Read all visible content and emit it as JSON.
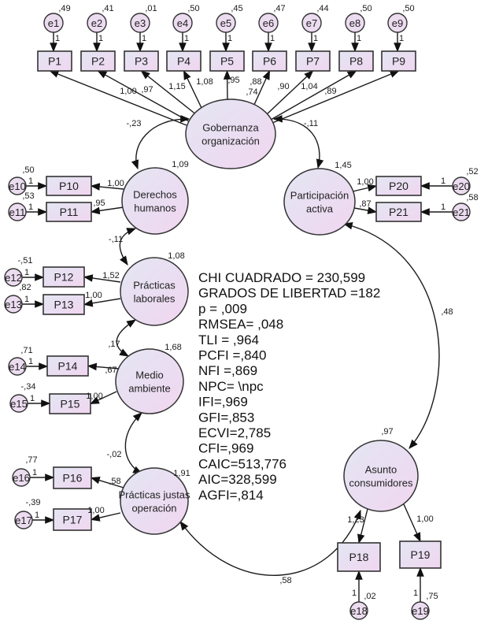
{
  "diagram": {
    "type": "structural-equation-model",
    "latents": [
      {
        "id": "gob",
        "label_lines": [
          "Gobernanza",
          "organización"
        ],
        "variance": ""
      },
      {
        "id": "dh",
        "label_lines": [
          "Derechos",
          "humanos"
        ],
        "variance": "1,09"
      },
      {
        "id": "pa",
        "label_lines": [
          "Participación",
          "activa"
        ],
        "variance": "1,45"
      },
      {
        "id": "pl",
        "label_lines": [
          "Prácticas",
          "laborales"
        ],
        "variance": "1,08"
      },
      {
        "id": "ma",
        "label_lines": [
          "Medio",
          "ambiente"
        ],
        "variance": "1,68"
      },
      {
        "id": "pj",
        "label_lines": [
          "Prácticas justas",
          "operación"
        ],
        "variance": "1,91"
      },
      {
        "id": "ac",
        "label_lines": [
          "Asunto",
          "consumidores"
        ],
        "variance": ",97"
      }
    ],
    "indicators": [
      {
        "id": "P1",
        "label": "P1",
        "latent": "gob",
        "loading": "1,00",
        "error": "e1",
        "error_var": ",49",
        "error_path": "1"
      },
      {
        "id": "P2",
        "label": "P2",
        "latent": "gob",
        "loading": ",97",
        "error": "e2",
        "error_var": ",41",
        "error_path": "1"
      },
      {
        "id": "P3",
        "label": "P3",
        "latent": "gob",
        "loading": "1,15",
        "error": "e3",
        "error_var": ",01",
        "error_path": "1"
      },
      {
        "id": "P4",
        "label": "P4",
        "latent": "gob",
        "loading": "1,08",
        "error": "e4",
        "error_var": ",50",
        "error_path": "1"
      },
      {
        "id": "P5",
        "label": "P5",
        "latent": "gob",
        "loading": ",95",
        "error": "e5",
        "error_var": ",45",
        "error_path": "1"
      },
      {
        "id": "P6",
        "label": "P6",
        "latent": "gob",
        "loading": ",88",
        "error": "e6",
        "error_var": ",47",
        "error_path": "1"
      },
      {
        "id": "P7",
        "label": "P7",
        "latent": "gob",
        "loading": ",90",
        "error": "e7",
        "error_var": ",44",
        "error_path": "1"
      },
      {
        "id": "P8",
        "label": "P8",
        "latent": "gob",
        "loading": "1,04",
        "error": "e8",
        "error_var": ",50",
        "error_path": "1"
      },
      {
        "id": "P9",
        "label": "P9",
        "latent": "gob",
        "loading": ",89",
        "error": "e9",
        "error_var": ",50",
        "error_path": "1"
      },
      {
        "id": "P10",
        "label": "P10",
        "latent": "dh",
        "loading": "1,00",
        "error": "e10",
        "error_var": ",50",
        "error_path": "1"
      },
      {
        "id": "P11",
        "label": "P11",
        "latent": "dh",
        "loading": ",95",
        "error": "e11",
        "error_var": ",53",
        "error_path": "1"
      },
      {
        "id": "P12",
        "label": "P12",
        "latent": "pl",
        "loading": "1,52",
        "error": "e12",
        "error_var": "-,51",
        "error_path": "1"
      },
      {
        "id": "P13",
        "label": "P13",
        "latent": "pl",
        "loading": "1,00",
        "error": "e13",
        "error_var": ",82",
        "error_path": "1"
      },
      {
        "id": "P14",
        "label": "P14",
        "latent": "ma",
        "loading": ",67",
        "error": "e14",
        "error_var": ",71",
        "error_path": "1"
      },
      {
        "id": "P15",
        "label": "P15",
        "latent": "ma",
        "loading": "1,00",
        "error": "e15",
        "error_var": "-,34",
        "error_path": "1"
      },
      {
        "id": "P16",
        "label": "P16",
        "latent": "pj",
        "loading": ",58",
        "error": "e16",
        "error_var": ",77",
        "error_path": "1"
      },
      {
        "id": "P17",
        "label": "P17",
        "latent": "pj",
        "loading": "1,00",
        "error": "e17",
        "error_var": "-,39",
        "error_path": "1"
      },
      {
        "id": "P18",
        "label": "P18",
        "latent": "ac",
        "loading": "1,23",
        "error": "e18",
        "error_var": ",02",
        "error_path": "1"
      },
      {
        "id": "P19",
        "label": "P19",
        "latent": "ac",
        "loading": "1,00",
        "error": "e19",
        "error_var": ",75",
        "error_path": "1"
      },
      {
        "id": "P20",
        "label": "P20",
        "latent": "pa",
        "loading": "1,00",
        "error": "e20",
        "error_var": ",52",
        "error_path": "1"
      },
      {
        "id": "P21",
        "label": "P21",
        "latent": "pa",
        "loading": ",87",
        "error": "e21",
        "error_var": ",58",
        "error_path": "1"
      }
    ],
    "extra_label": ",74",
    "covariances": [
      {
        "from": "gob",
        "to": "dh",
        "value": "-,23"
      },
      {
        "from": "gob",
        "to": "pa",
        "value": "-,11"
      },
      {
        "from": "dh",
        "to": "pl",
        "value": "-,11"
      },
      {
        "from": "pl",
        "to": "ma",
        "value": ",17"
      },
      {
        "from": "ma",
        "to": "pj",
        "value": "-,02"
      },
      {
        "from": "pa",
        "to": "ac",
        "value": ",48"
      },
      {
        "from": "pj",
        "to": "ac",
        "value": ",58"
      }
    ],
    "fit_indices": [
      "CHI CUADRADO = 230,599",
      "GRADOS DE LIBERTAD =182",
      "p = ,009",
      "RMSEA= ,048",
      "TLI = ,964",
      "PCFI =,840",
      "NFI =,869",
      "NPC= \\npc",
      "IFI=,969",
      "GFI=,853",
      "ECVI=2,785",
      "CFI=,969",
      "CAIC=513,776",
      "AIC=328,599",
      "AGFI=,814"
    ],
    "colors": {
      "node_fill_start": "#e6e6f3",
      "node_fill_end": "#efd8f0",
      "stroke": "#1a1a1a",
      "text": "#222222"
    }
  }
}
